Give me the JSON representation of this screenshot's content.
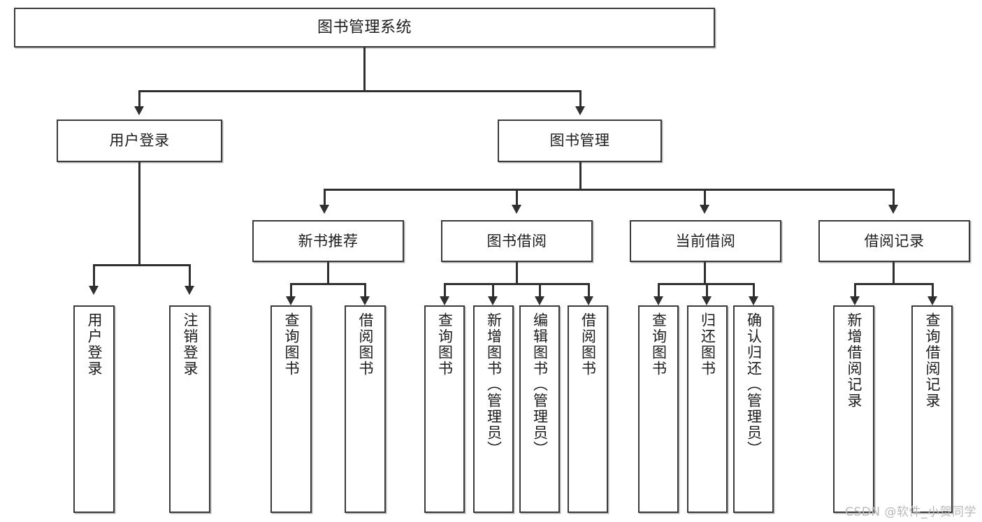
{
  "diagram": {
    "title": "图书管理系统",
    "type": "tree-hierarchy-diagram",
    "watermark": "CSDN @软件_小贺同学",
    "style": {
      "box_border_color": "#3a3a3a",
      "box_fill_color": "#ffffff",
      "connector_color": "#2f2f2f",
      "background_color": "#ffffff",
      "text_color": "#1c1c1c",
      "watermark_color": "#b9b9b9"
    },
    "root": {
      "label": "图书管理系统"
    },
    "level2": [
      {
        "label": "用户登录"
      },
      {
        "label": "图书管理"
      }
    ],
    "level3": [
      {
        "label": "新书推荐"
      },
      {
        "label": "图书借阅"
      },
      {
        "label": "当前借阅"
      },
      {
        "label": "借阅记录"
      }
    ],
    "leaves": {
      "user_login": [
        {
          "label": "用户登录"
        },
        {
          "label": "注销登录"
        }
      ],
      "new_book_recommend": [
        {
          "label": "查询图书"
        },
        {
          "label": "借阅图书"
        }
      ],
      "book_borrow": [
        {
          "label": "查询图书"
        },
        {
          "label": "新增图书（管理员）"
        },
        {
          "label": "编辑图书（管理员）"
        },
        {
          "label": "借阅图书"
        }
      ],
      "current_borrow": [
        {
          "label": "查询图书"
        },
        {
          "label": "归还图书"
        },
        {
          "label": "确认归还（管理员）"
        }
      ],
      "borrow_record": [
        {
          "label": "新增借阅记录"
        },
        {
          "label": "查询借阅记录"
        }
      ]
    }
  }
}
